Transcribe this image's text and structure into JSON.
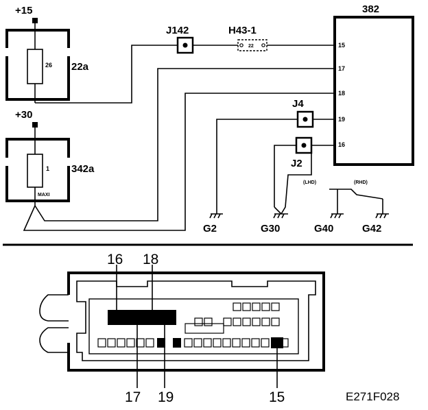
{
  "terminals": {
    "t15": "+15",
    "t30": "+30"
  },
  "fuses": {
    "f22a": {
      "label": "22a",
      "rating": "26"
    },
    "f342a": {
      "label": "342a",
      "rating": "1",
      "note": "MAXI"
    }
  },
  "module": {
    "label": "382",
    "pins": [
      "15",
      "17",
      "18",
      "19",
      "16"
    ]
  },
  "junctions": {
    "j142": "J142",
    "j4": "J4",
    "j2": "J2"
  },
  "connector_h43": {
    "label": "H43-1",
    "pin": "22"
  },
  "variants": {
    "lhd": "(LHD)",
    "rhd": "(RHD)"
  },
  "grounds": [
    "G2",
    "G30",
    "G40",
    "G42"
  ],
  "connector_view": {
    "top_pins": [
      "16",
      "18"
    ],
    "bottom_pins": [
      "17",
      "19",
      "15"
    ]
  },
  "figure_code": "E271F028"
}
